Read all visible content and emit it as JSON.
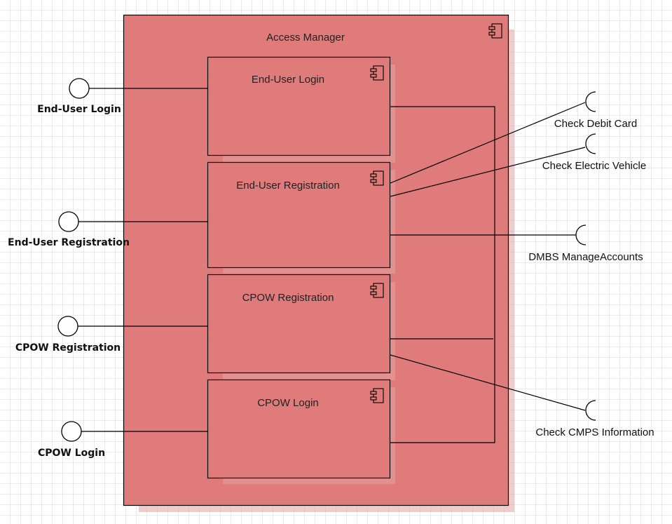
{
  "colors": {
    "component_fill": "#e07b7b",
    "line": "#000000",
    "grid": "#e9e9e9"
  },
  "main_component": {
    "title": "Access Manager",
    "icon": "component-icon"
  },
  "sub_components": [
    {
      "id": "end-user-login",
      "title": "End-User Login",
      "icon": "component-icon"
    },
    {
      "id": "end-user-registration",
      "title": "End-User Registration",
      "icon": "component-icon"
    },
    {
      "id": "cpow-registration",
      "title": "CPOW Registration",
      "icon": "component-icon"
    },
    {
      "id": "cpow-login",
      "title": "CPOW Login",
      "icon": "component-icon"
    }
  ],
  "provided_interfaces": [
    {
      "label": "End-User Login"
    },
    {
      "label": "End-User Registration"
    },
    {
      "label": "CPOW Registration"
    },
    {
      "label": "CPOW Login"
    }
  ],
  "required_interfaces": [
    {
      "label": "Check Debit Card"
    },
    {
      "label": "Check Electric Vehicle"
    },
    {
      "label": "DMBS ManageAccounts"
    },
    {
      "label": "Check CMPS Information"
    }
  ]
}
